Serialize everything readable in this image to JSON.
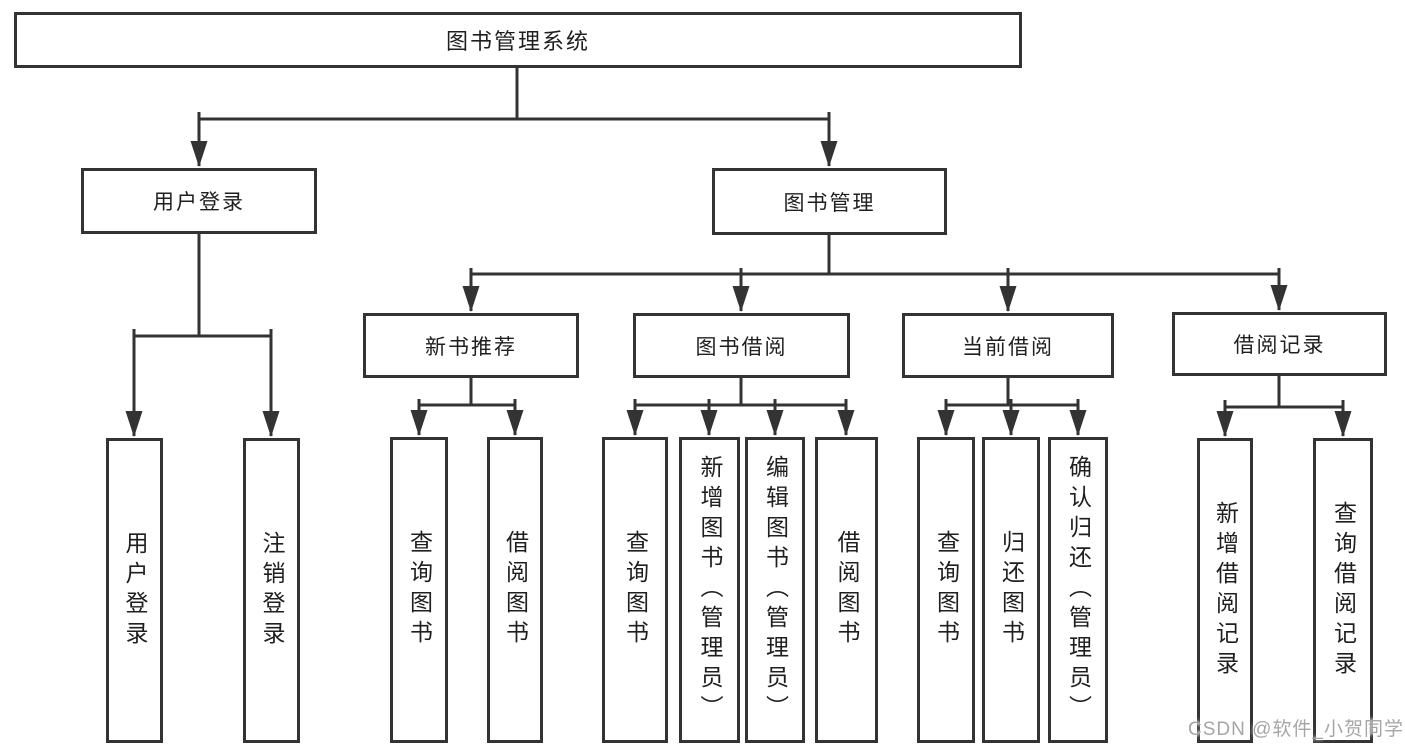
{
  "diagram_title": "图书管理系统",
  "colors": {
    "line": "#333333",
    "text": "#1f1f1f",
    "box_background": "#ffffff",
    "watermark": "#a6a6a6"
  },
  "nodes": {
    "root": "图书管理系统",
    "level2": [
      "用户登录",
      "图书管理"
    ],
    "level3": [
      "新书推荐",
      "图书借阅",
      "当前借阅",
      "借阅记录"
    ],
    "login_children": [
      "用户登录",
      "注销登录"
    ],
    "newbook_children": [
      "查询图书",
      "借阅图书"
    ],
    "borrow_children": [
      "查询图书",
      "新增图书（管理员）",
      "编辑图书（管理员）",
      "借阅图书"
    ],
    "current_children": [
      "查询图书",
      "归还图书",
      "确认归还（管理员）"
    ],
    "record_children": [
      "新增借阅记录",
      "查询借阅记录"
    ]
  },
  "watermark": "CSDN @软件_小贺同学"
}
